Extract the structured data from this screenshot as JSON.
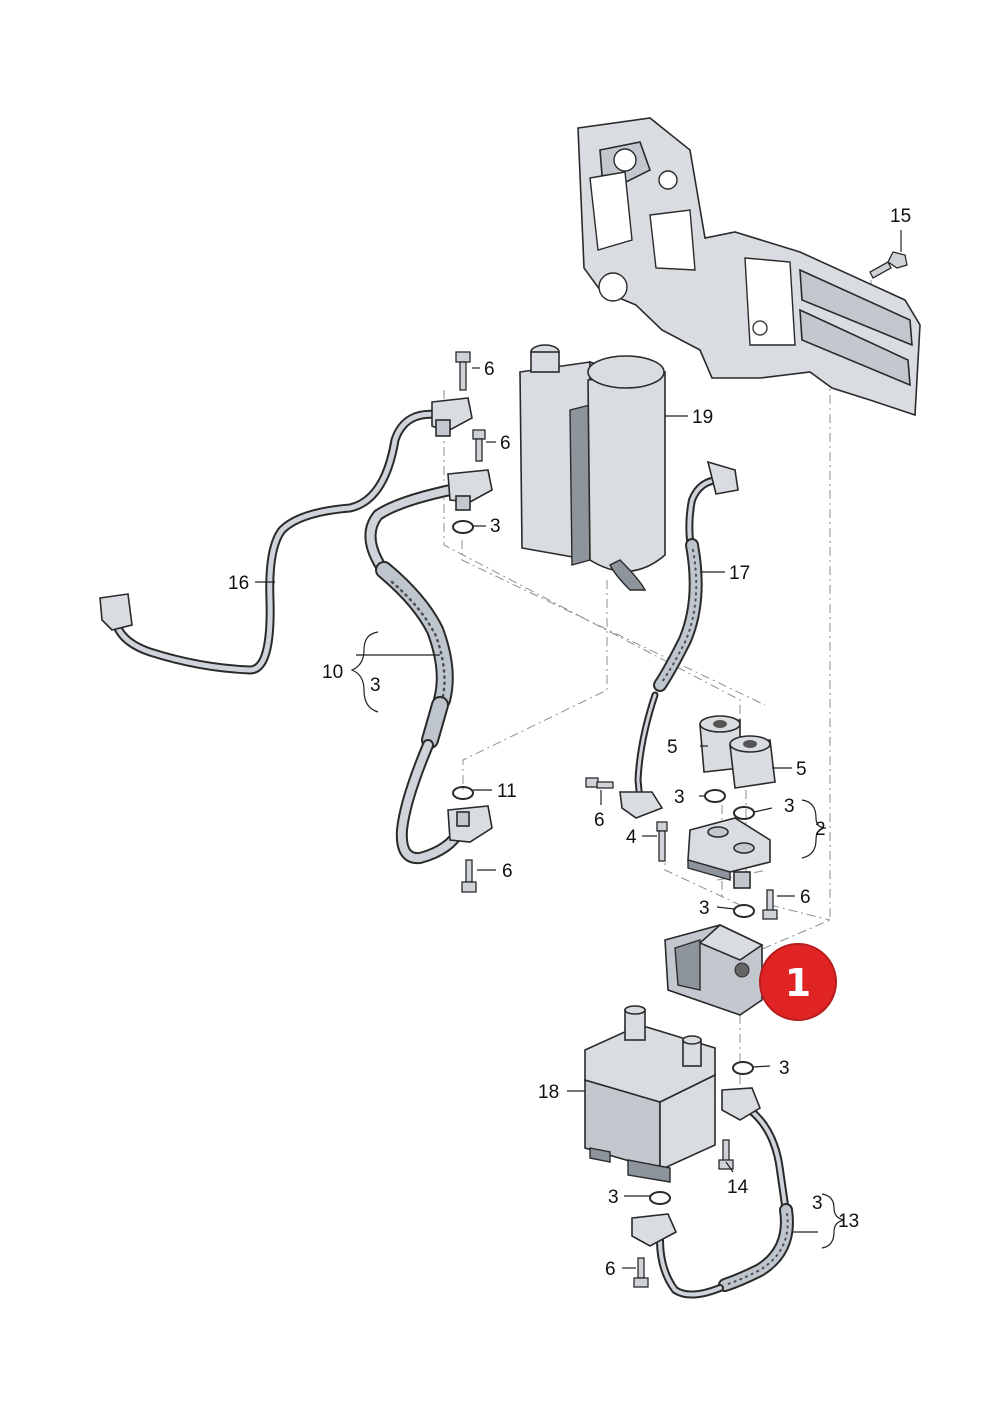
{
  "callouts": {
    "c15": "15",
    "c6_a": "6",
    "c19": "19",
    "c6_b": "6",
    "c3_a": "3",
    "c16": "16",
    "c17": "17",
    "c10": "10",
    "c3_b": "3",
    "c5_a": "5",
    "c5_b": "5",
    "c11": "11",
    "c3_c": "3",
    "c3_d": "3",
    "c2": "2",
    "c6_c": "6",
    "c4": "4",
    "c6_d": "6",
    "c6_e": "6",
    "c3_e": "3",
    "c3_f": "3",
    "c18": "18",
    "c14": "14",
    "c3_g": "3",
    "c3_h": "3",
    "c13": "13",
    "c6_f": "6"
  },
  "highlight_badge": {
    "number": "1",
    "color": "#e02424"
  }
}
